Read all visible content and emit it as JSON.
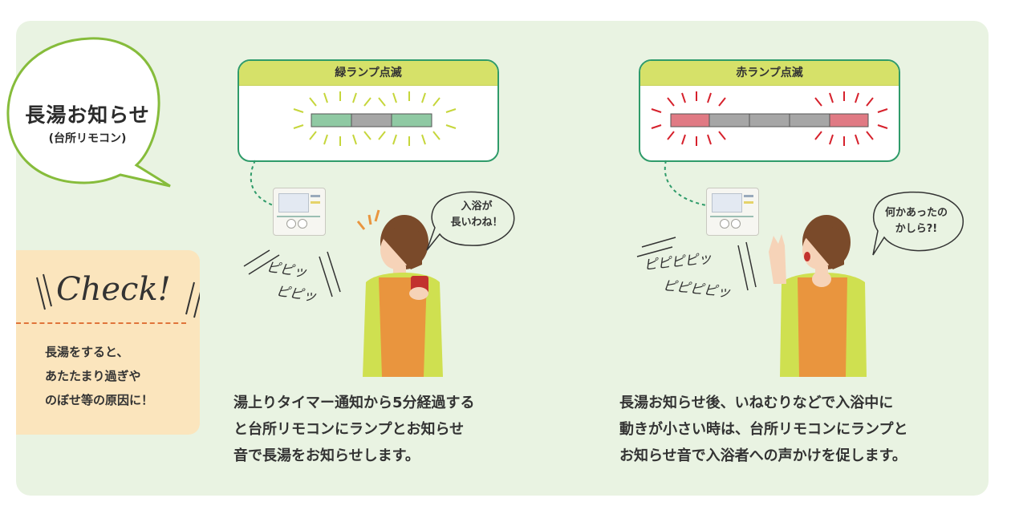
{
  "title_bubble": {
    "title": "長湯お知らせ",
    "subtitle": "(台所リモコン)"
  },
  "check": {
    "word": "Check!",
    "lines": [
      "長湯をすると、",
      "あたたまり過ぎや",
      "のぼせ等の原因に！"
    ]
  },
  "left_scene": {
    "lamp_title": "緑ランプ点滅",
    "sound_lines": [
      "ピピッ",
      "ピピッ"
    ],
    "speech_lines": [
      "入浴が",
      "長いわね！"
    ],
    "description_lines": [
      "湯上りタイマー通知から5分経過する",
      "と台所リモコンにランプとお知らせ",
      "音で長湯をお知らせします。"
    ]
  },
  "right_scene": {
    "lamp_title": "赤ランプ点滅",
    "sound_lines": [
      "ピピピピッ",
      "ピピピピッ"
    ],
    "speech_lines": [
      "何かあったの",
      "かしら?!"
    ],
    "description_lines": [
      "長湯お知らせ後、いねむりなどで入浴中に",
      "動きが小さい時は、台所リモコンにランプと",
      "お知らせ音で入浴者への声かけを促します。"
    ]
  },
  "colors": {
    "panel_bg": "#e9f3e2",
    "bubble_border": "#86bc3b",
    "lamp_frame": "#2f9b6a",
    "lamp_header": "#d6e169",
    "green_lamp": "#8fc9a3",
    "red_lamp": "#e07a84",
    "check_bg": "#fbe5bd",
    "apron": "#e9953e",
    "shirt": "#cfe050"
  }
}
